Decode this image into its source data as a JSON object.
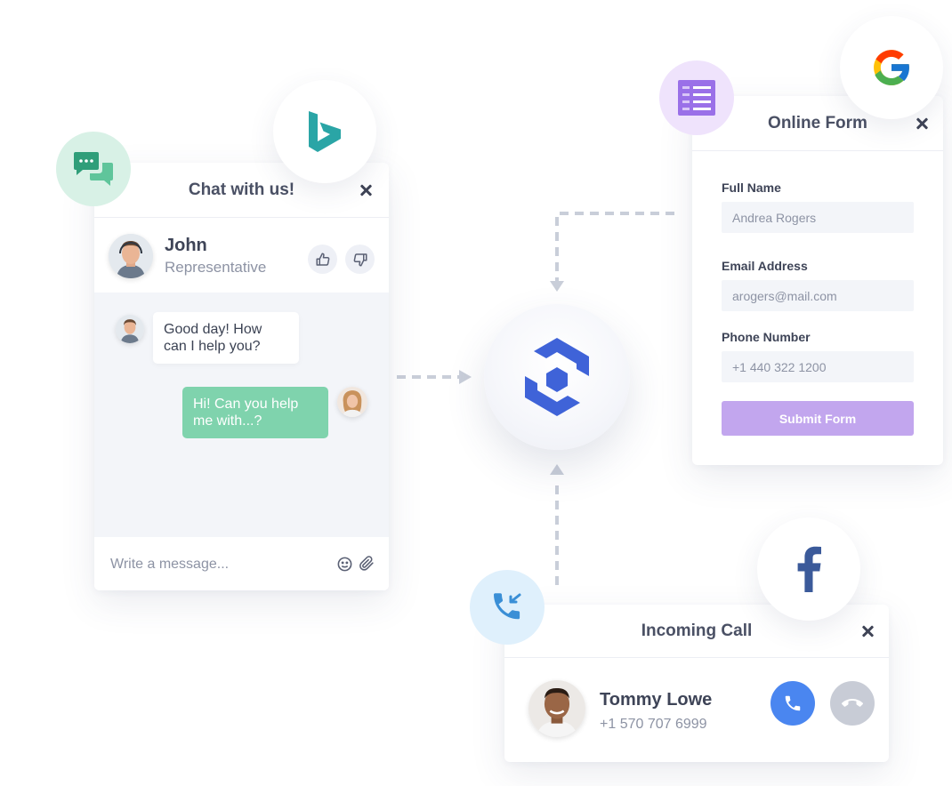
{
  "chat": {
    "title": "Chat with us!",
    "rep_name": "John",
    "rep_role": "Representative",
    "messages": [
      {
        "from": "agent",
        "text": "Good day! How can I help you?"
      },
      {
        "from": "user",
        "text": "Hi! Can you help me with...?"
      }
    ],
    "input_placeholder": "Write a message..."
  },
  "form": {
    "title": "Online Form",
    "fields": [
      {
        "label": "Full Name",
        "value": "Andrea Rogers"
      },
      {
        "label": "Email Address",
        "value": "arogers@mail.com"
      },
      {
        "label": "Phone Number",
        "value": "+1 440 322 1200"
      }
    ],
    "submit_label": "Submit Form"
  },
  "call": {
    "title": "Incoming Call",
    "caller_name": "Tommy Lowe",
    "caller_phone": "+1 570 707 6999"
  },
  "icons": {
    "chat_bubble": "chat-bubbles-icon",
    "form": "form-list-icon",
    "call": "incoming-call-icon",
    "hub": "hub-logo-icon",
    "brands": [
      "bing-logo",
      "google-logo",
      "facebook-logo"
    ]
  },
  "colors": {
    "chat_accent": "#2f9e79",
    "chat_bubble_bg": "#d8f1e6",
    "user_message": "#7fd3ad",
    "form_accent": "#9a70e8",
    "form_bubble_bg": "#efe3fc",
    "submit_button": "#c2a6ee",
    "call_accent": "#4a86f0",
    "call_bubble_bg": "#dff0fc",
    "accept_button": "#4a86f0",
    "decline_button": "#c8ccd6",
    "hub_logo": "#3f63d8",
    "connector": "#c9ced9"
  }
}
